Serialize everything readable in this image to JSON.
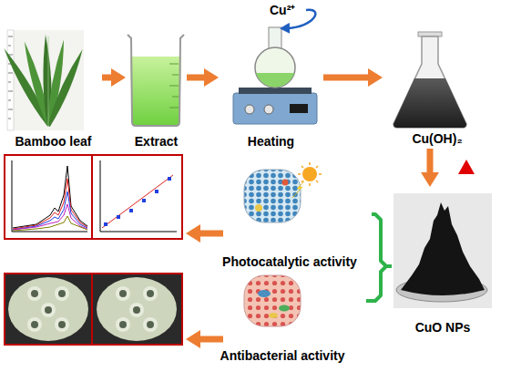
{
  "diagram": {
    "nodes": [
      {
        "text": [
          "Bamboo leaf"
        ]
      },
      {
        "text": [
          "Extract"
        ]
      },
      {
        "text": [
          "Heating"
        ]
      },
      {
        "text": [
          "Cu(OH)₂"
        ]
      },
      {
        "text": [
          "CuO NPs"
        ]
      },
      {
        "text": [
          "Photocatalytic activity"
        ]
      },
      {
        "text": [
          "Antibacterial activity"
        ]
      }
    ],
    "edges": [
      {
        "from": 0,
        "to": 1,
        "arrow": "to"
      },
      {
        "from": 1,
        "to": 2,
        "arrow": "to"
      },
      {
        "from": 2,
        "to": 3,
        "arrow": "to"
      },
      {
        "from": 3,
        "to": 4,
        "arrow": "to"
      },
      {
        "from": 4,
        "to": 5,
        "arrow": "none"
      },
      {
        "from": 4,
        "to": 6,
        "arrow": "none"
      }
    ],
    "labels": [
      "Cu²⁺"
    ]
  }
}
